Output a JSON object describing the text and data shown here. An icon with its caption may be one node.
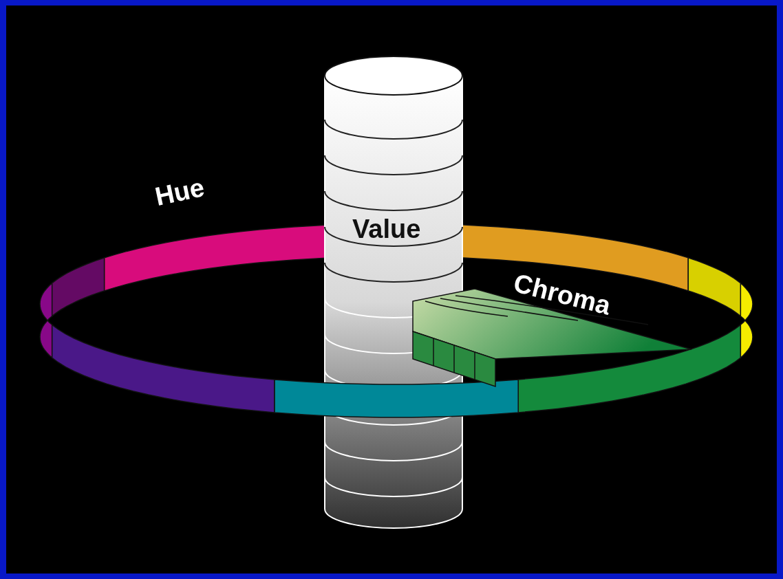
{
  "diagram": {
    "labels": [
      "Hue",
      "Value",
      "Chroma"
    ]
  }
}
